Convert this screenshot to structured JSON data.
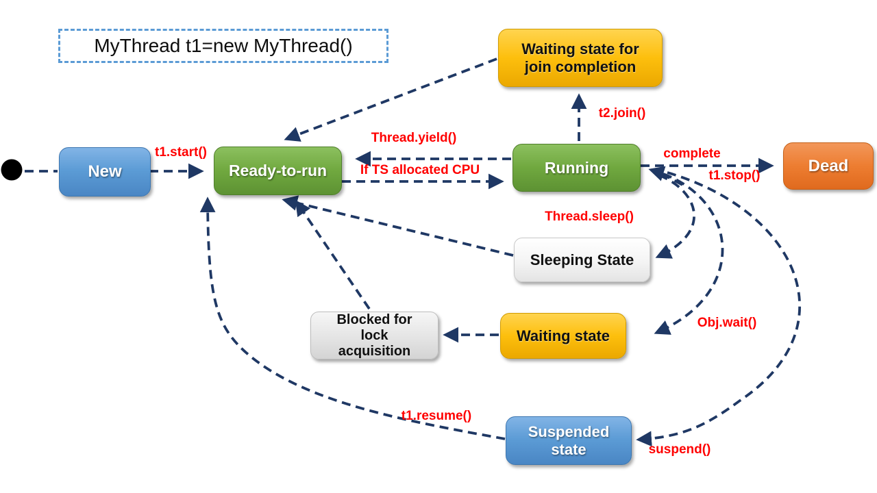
{
  "title": "MyThread t1=new MyThread()",
  "states": {
    "new": {
      "label": "New"
    },
    "ready": {
      "label": "Ready-to-run"
    },
    "running": {
      "label": "Running"
    },
    "dead": {
      "label": "Dead"
    },
    "join_wait": {
      "label": "Waiting state for join completion"
    },
    "sleeping": {
      "label": "Sleeping State"
    },
    "waiting": {
      "label": "Waiting state"
    },
    "blocked": {
      "label": "Blocked for lock acquisition"
    },
    "suspended": {
      "label": "Suspended state"
    }
  },
  "transitions": {
    "start": "t1.start()",
    "yield": "Thread.yield()",
    "cpu": "If TS allocated CPU",
    "join": "t2.join()",
    "complete": "complete",
    "stop": "t1.stop()",
    "sleep": "Thread.sleep()",
    "wait": "Obj.wait()",
    "resume": "t1.resume()",
    "suspend": "suspend()"
  },
  "colors": {
    "arrow_navy": "#1f3864",
    "label_red": "#ff0000",
    "state_blue": "#5b9bd5",
    "state_green": "#70a83f",
    "state_gold": "#fdbf0d",
    "state_orange": "#ed7d31",
    "state_gray": "#e6e6e6",
    "title_border": "#5b9bd5"
  }
}
